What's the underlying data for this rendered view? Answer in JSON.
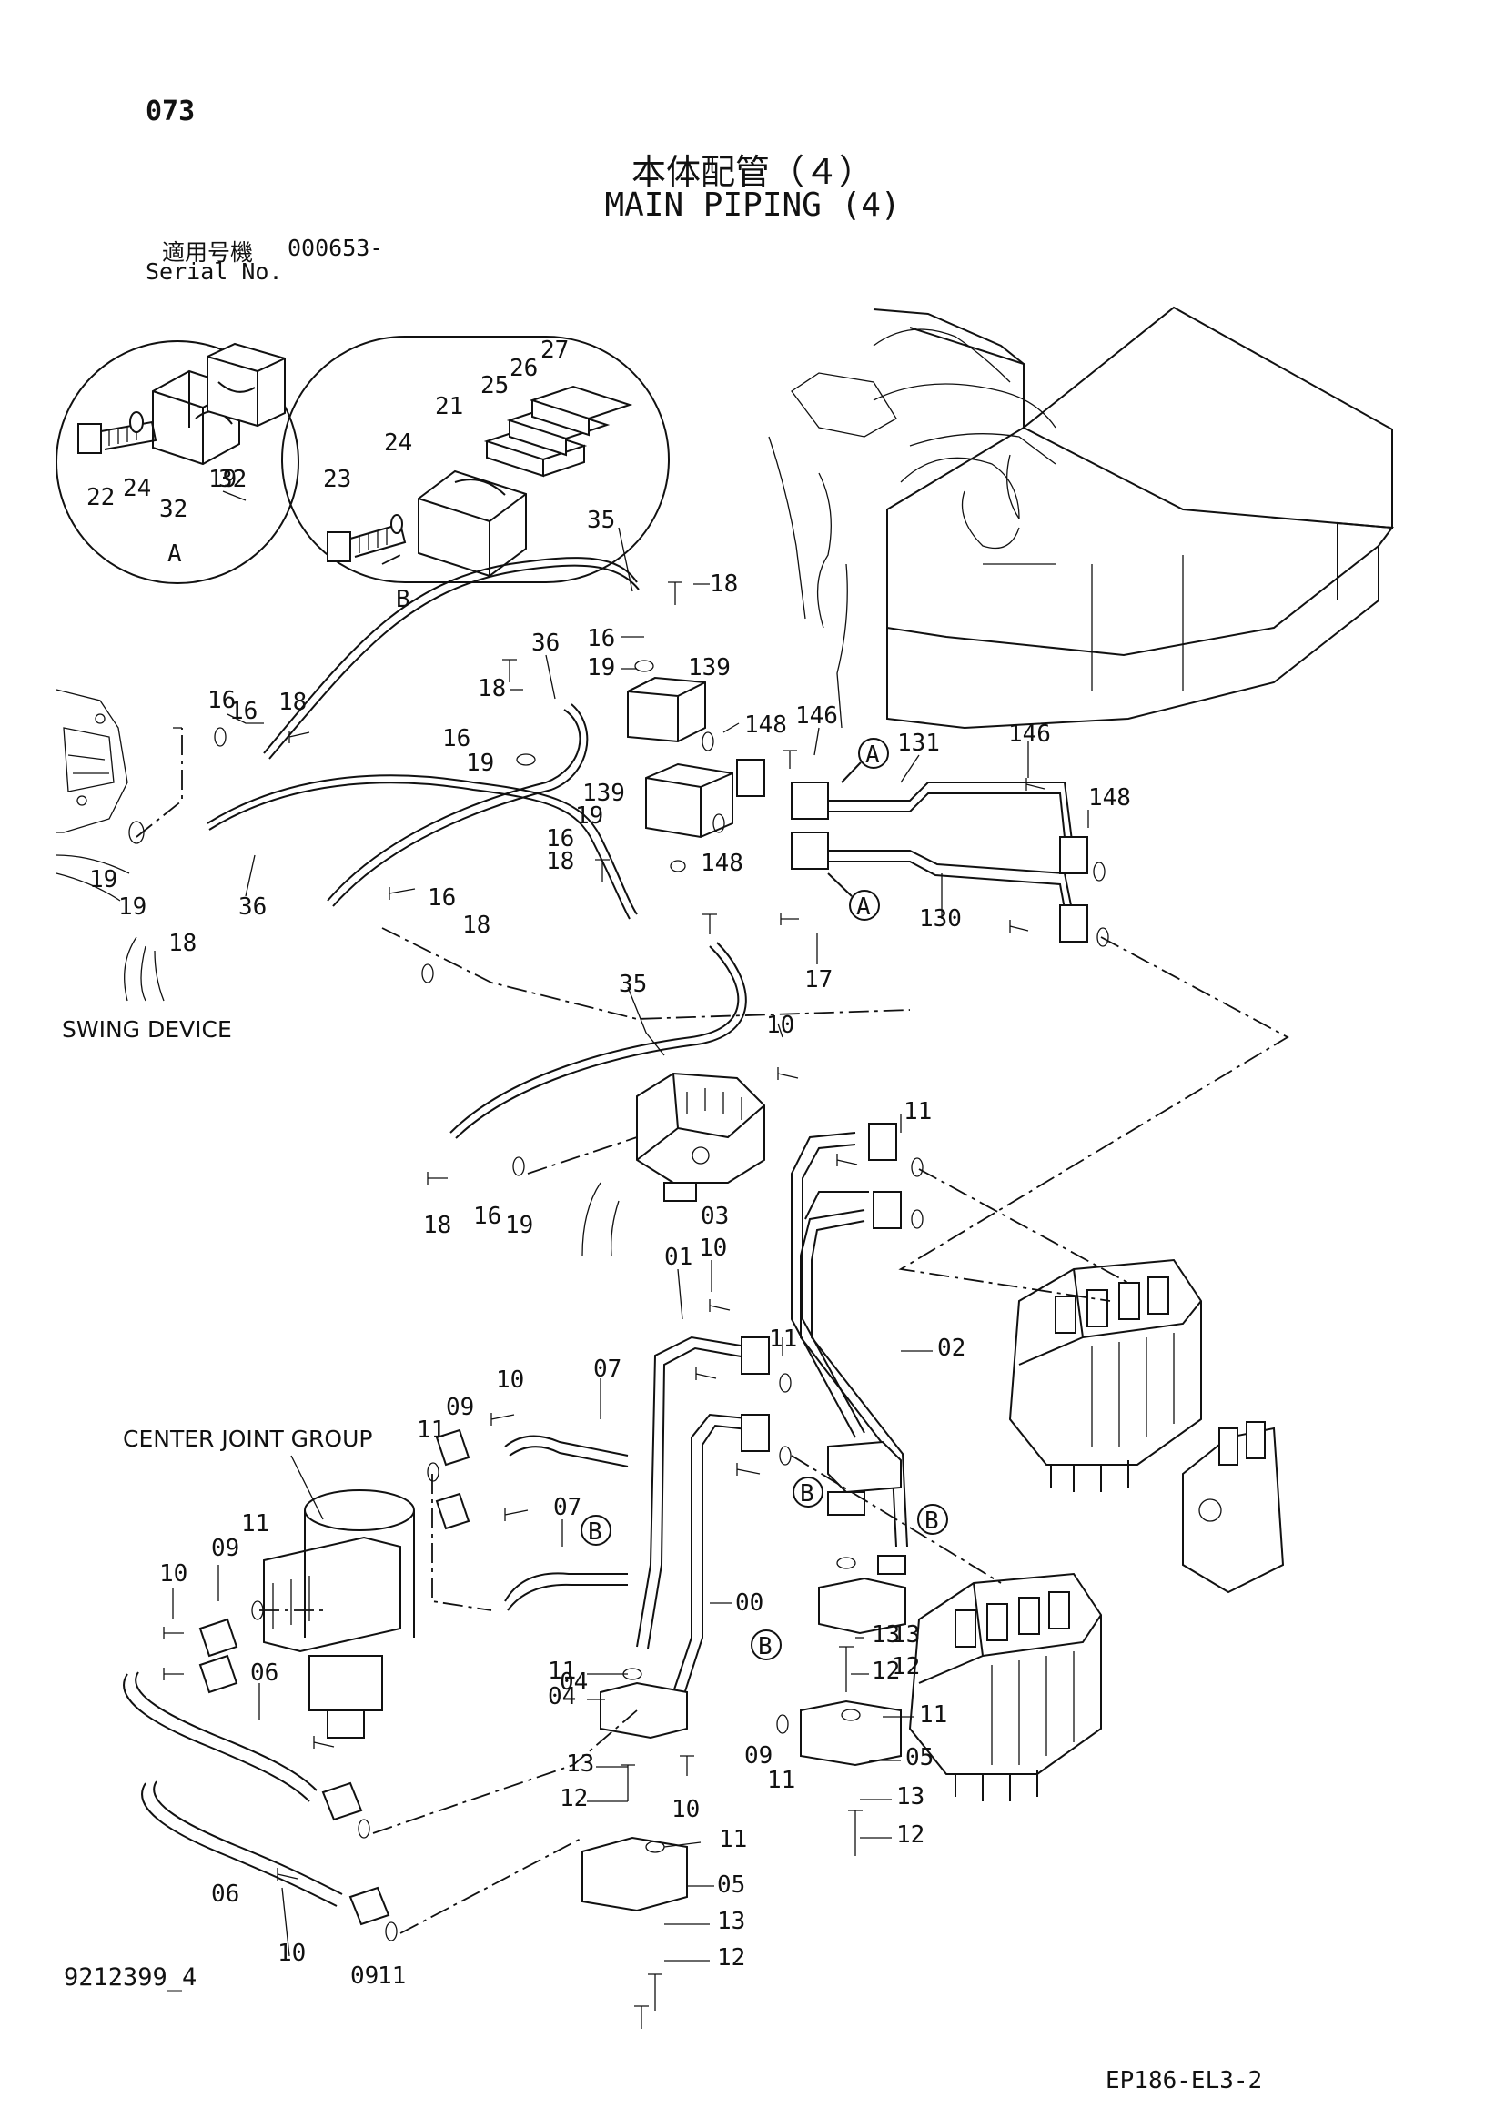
{
  "header": {
    "page_number": "073",
    "title_jp": "本体配管（４）",
    "title_en": "MAIN PIPING (4)",
    "serial_label_jp": "適用号機",
    "serial_range": "000653-",
    "serial_label_en": "Serial No."
  },
  "footer": {
    "drawing_number": "9212399_4",
    "model_code": "EP186-EL3-2"
  },
  "annotations": {
    "swing_device": "SWING DEVICE",
    "center_joint_group": "CENTER JOINT GROUP",
    "view_a": "A",
    "view_b": "B"
  },
  "callouts": {
    "detail_a": [
      "22",
      "24",
      "32",
      "32"
    ],
    "detail_b": [
      "23",
      "24",
      "21",
      "25",
      "26",
      "27"
    ],
    "upper": [
      "35",
      "18",
      "16",
      "19",
      "36",
      "18",
      "16",
      "19",
      "139",
      "148",
      "146",
      "131",
      "139",
      "19",
      "16",
      "18",
      "148",
      "146",
      "148",
      "130",
      "17",
      "19",
      "16",
      "18",
      "16",
      "19",
      "36",
      "18",
      "19",
      "16",
      "18",
      "35",
      "10",
      "11",
      "18",
      "16",
      "19",
      "03"
    ],
    "lower": [
      "01",
      "10",
      "11",
      "02",
      "07",
      "10",
      "09",
      "11",
      "07",
      "11",
      "09",
      "10",
      "06",
      "00",
      "11",
      "04",
      "13",
      "12",
      "09",
      "11",
      "13",
      "12",
      "10",
      "11",
      "05",
      "06",
      "10",
      "09",
      "11",
      "13",
      "12",
      "04",
      "13",
      "12",
      "11",
      "05",
      "13",
      "12"
    ]
  }
}
